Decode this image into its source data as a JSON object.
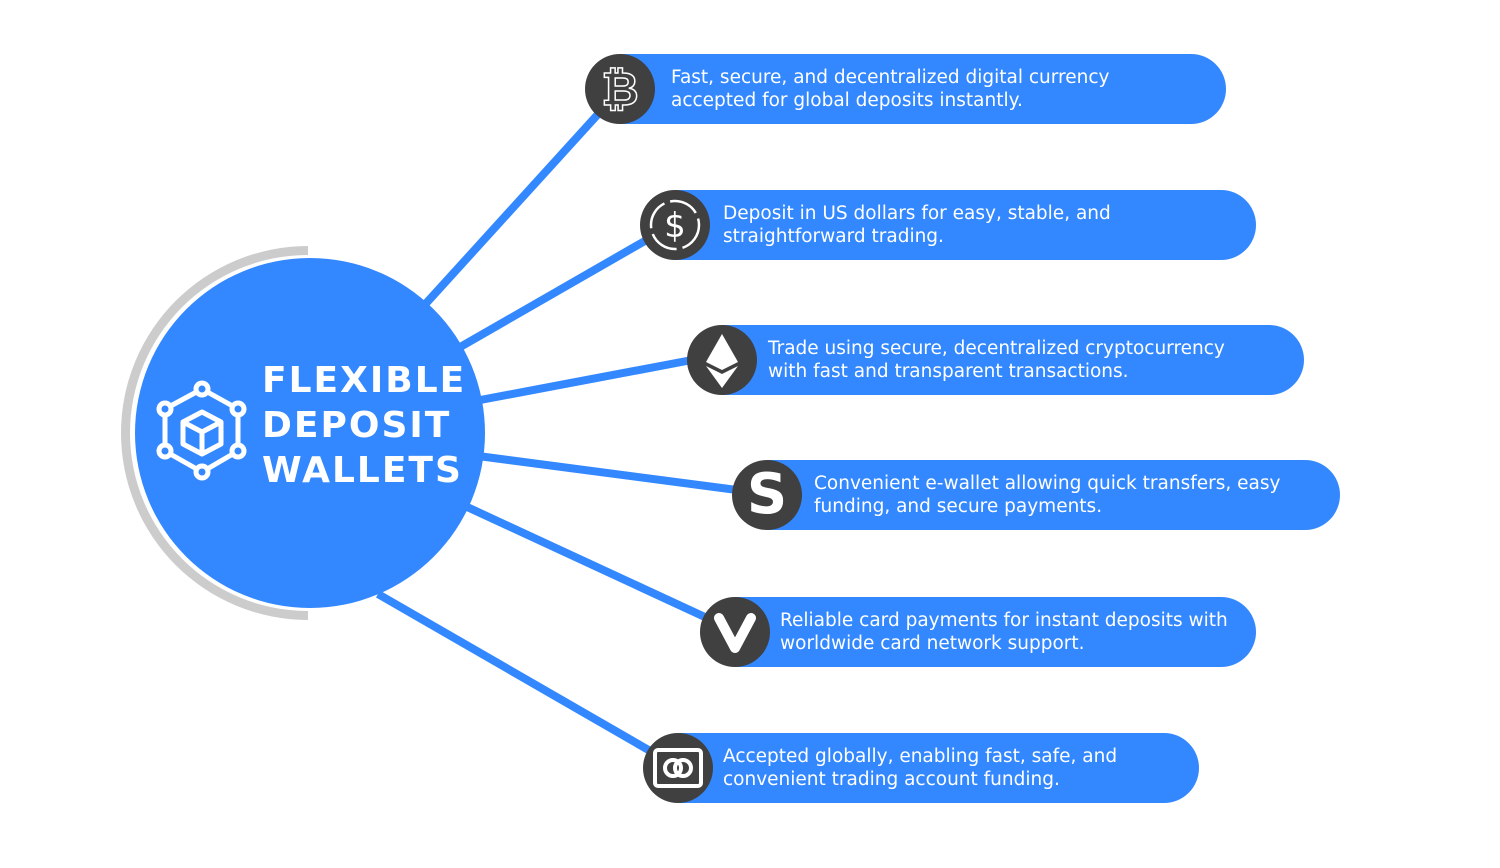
{
  "title": {
    "line1": "FLEXIBLE",
    "line2": "DEPOSIT",
    "line3": "WALLETS"
  },
  "colors": {
    "accent": "#3388ff",
    "icon_bg": "#404040",
    "ring": "#cccccc"
  },
  "items": [
    {
      "icon": "bitcoin-icon",
      "text": "Fast, secure, and decentralized digital currency\naccepted for global deposits instantly."
    },
    {
      "icon": "usd-coin-icon",
      "text": "Deposit in US dollars for easy, stable, and\nstraightforward trading."
    },
    {
      "icon": "ethereum-icon",
      "text": "Trade using secure, decentralized cryptocurrency\nwith fast and transparent transactions."
    },
    {
      "icon": "skrill-icon",
      "text": "Convenient e-wallet allowing quick transfers, easy\nfunding, and secure payments."
    },
    {
      "icon": "visa-icon",
      "text": "Reliable card payments for instant deposits with\nworldwide card network support."
    },
    {
      "icon": "mastercard-icon",
      "text": "Accepted globally, enabling fast, safe, and\nconvenient trading account funding."
    }
  ]
}
